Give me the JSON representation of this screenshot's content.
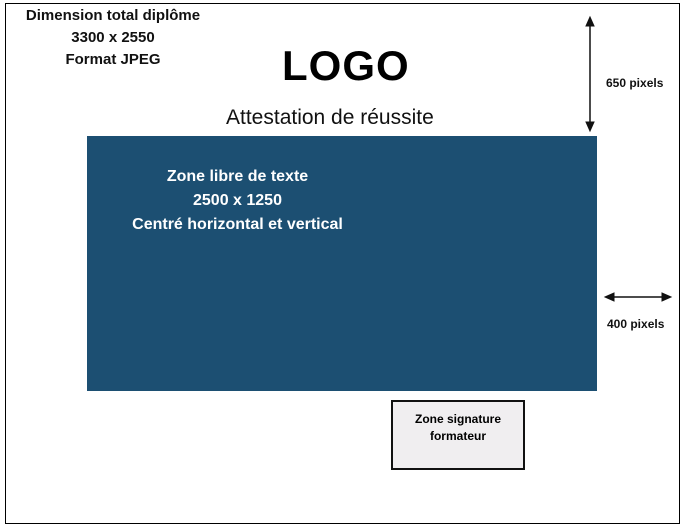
{
  "dimension": {
    "line1": "Dimension total diplôme",
    "line2": "3300 x 2550",
    "line3": "Format JPEG"
  },
  "logo": "LOGO",
  "title": "Attestation de réussite",
  "text_zone": {
    "line1": "Zone libre de texte",
    "line2": "2500 x 1250",
    "line3": "Centré horizontal et vertical",
    "color": "#1c4f72"
  },
  "signature": {
    "line1": "Zone signature",
    "line2": "formateur"
  },
  "margins": {
    "vertical": "650 pixels",
    "horizontal": "400 pixels"
  }
}
